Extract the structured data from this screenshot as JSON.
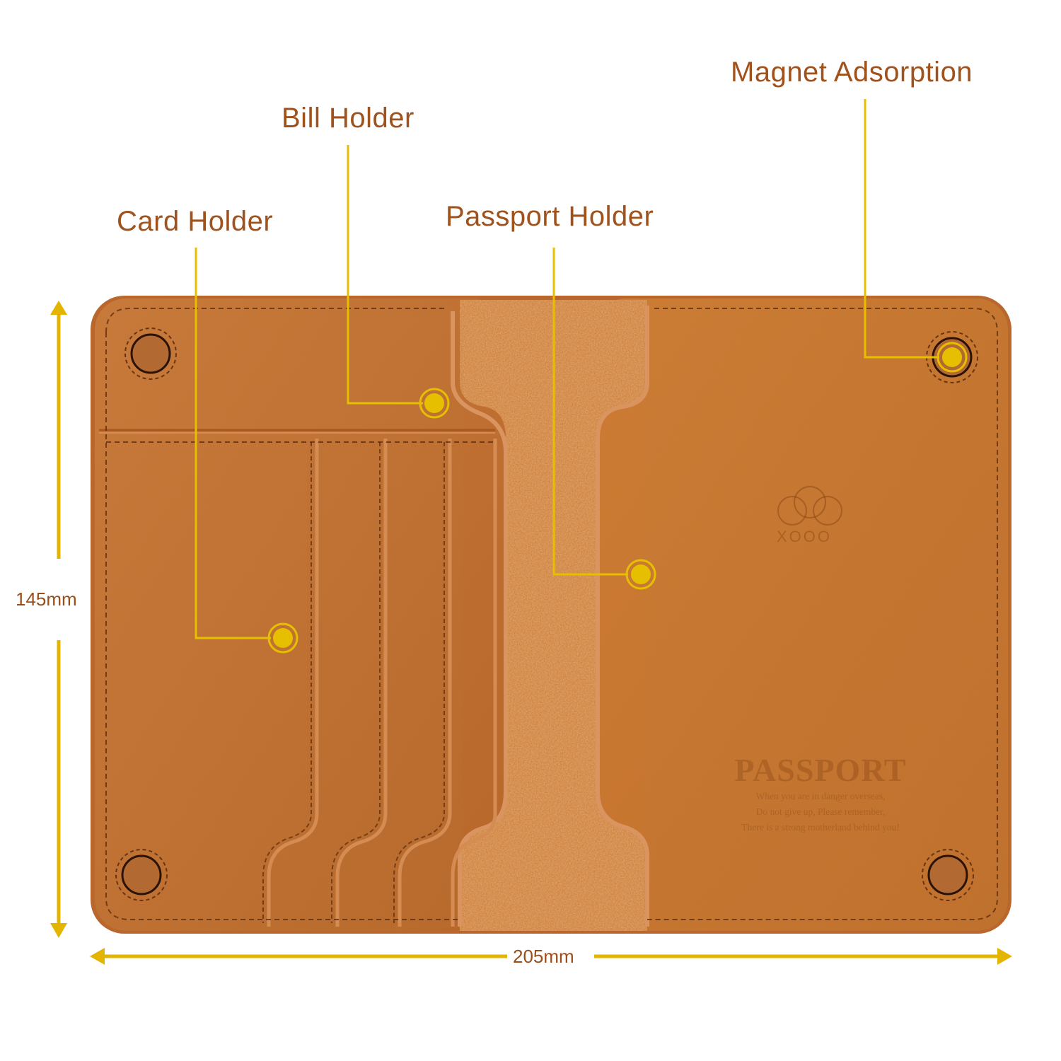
{
  "callouts": [
    {
      "id": "magnet",
      "label": "Magnet Adsorption"
    },
    {
      "id": "bill",
      "label": "Bill Holder"
    },
    {
      "id": "card",
      "label": "Card Holder"
    },
    {
      "id": "passport",
      "label": "Passport Holder"
    }
  ],
  "dimensions": {
    "height": "145mm",
    "width": "205mm"
  },
  "product": {
    "brand_logo_text": "XOOO",
    "emboss_title": "PASSPORT",
    "emboss_lines": [
      "When you are in danger overseas,",
      "Do not give up, Please remember,",
      "There is a strong motherland behind you!"
    ]
  },
  "colors": {
    "label_text": "#a0521c",
    "callout_line": "#e6c000",
    "leather": "#c8782f",
    "suede": "#c97a3a"
  }
}
